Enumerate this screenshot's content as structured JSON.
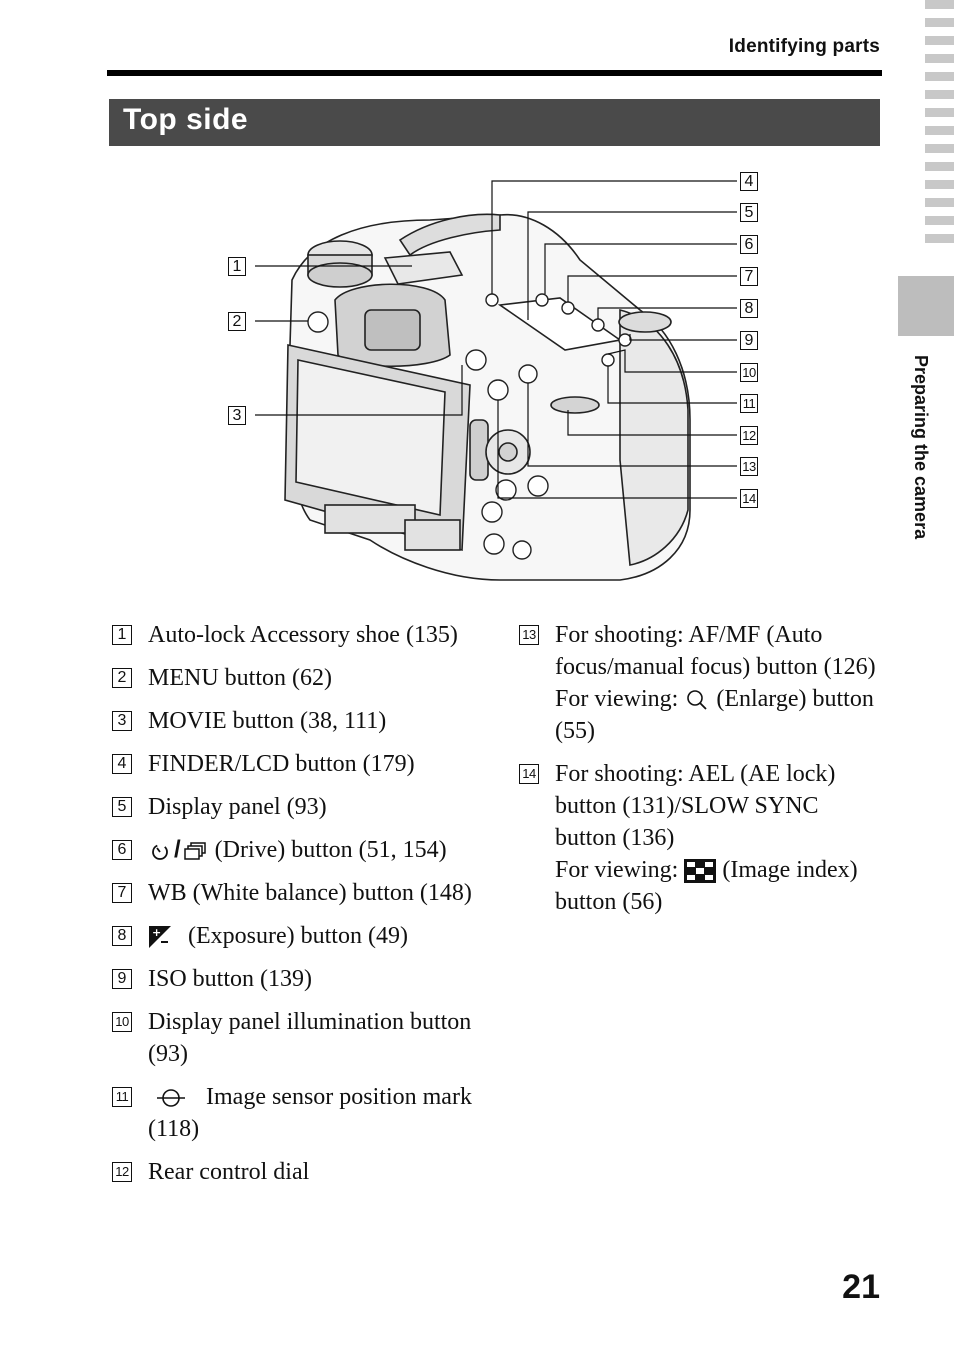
{
  "header": {
    "section_name": "Identifying parts"
  },
  "section": {
    "title": "Top side"
  },
  "side_tab": {
    "label": "Preparing the camera"
  },
  "callouts": [
    "1",
    "2",
    "3",
    "4",
    "5",
    "6",
    "7",
    "8",
    "9",
    "10",
    "11",
    "12",
    "13",
    "14"
  ],
  "items": [
    {
      "num": "1",
      "text": "Auto-lock Accessory shoe (135)"
    },
    {
      "num": "2",
      "text": "MENU button (62)"
    },
    {
      "num": "3",
      "text": "MOVIE button (38, 111)"
    },
    {
      "num": "4",
      "text": "FINDER/LCD button (179)"
    },
    {
      "num": "5",
      "text": "Display panel (93)"
    },
    {
      "num": "6",
      "text": "(Drive) button (51, 154)"
    },
    {
      "num": "7",
      "text": "WB (White balance) button (148)"
    },
    {
      "num": "8",
      "text": "(Exposure) button (49)"
    },
    {
      "num": "9",
      "text": "ISO button (139)"
    },
    {
      "num": "10",
      "text": "Display panel illumination button (93)"
    },
    {
      "num": "11",
      "text": "Image sensor position mark (118)"
    },
    {
      "num": "12",
      "text": "Rear control dial"
    },
    {
      "num": "13",
      "line1": "For shooting: AF/MF (Auto focus/manual focus) button (126)",
      "line2a": "For viewing:",
      "line2b": "(Enlarge) button (55)"
    },
    {
      "num": "14",
      "line1": "For shooting: AEL (AE lock) button (131)/SLOW SYNC button (136)",
      "line2a": "For viewing:",
      "line2b": "(Image index) button (56)"
    }
  ],
  "page_number": "21"
}
